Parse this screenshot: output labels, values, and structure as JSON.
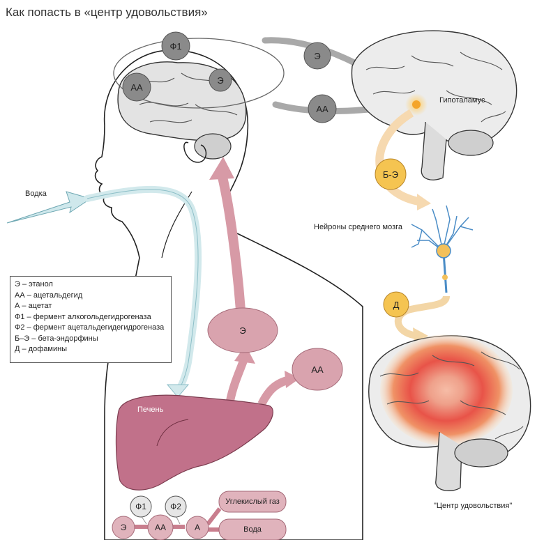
{
  "title": "Как попасть в «центр удовольствия»",
  "labels": {
    "vodka": "Водка",
    "hypothalamus": "Гипоталамус",
    "neurons": "Нейроны среднего мозга",
    "liver": "Печень",
    "pleasure_center": "\"Центр удовольствия\""
  },
  "nodes": {
    "f1_top": "Ф1",
    "aa_brain": "АА",
    "e_brain": "Э",
    "e_arrow": "Э",
    "aa_arrow": "АА",
    "be": "Б-Э",
    "d": "Д",
    "e_body": "Э",
    "aa_body": "АА"
  },
  "legend": [
    "Э – этанол",
    "АА – ацетальдегид",
    "А – ацетат",
    "Ф1 – фермент алкогольдегидрогеназа",
    "Ф2 – фермент ацетальдегидегидрогеназа",
    "Б–Э – бета-эндорфины",
    "Д – дофамины"
  ],
  "chain": {
    "f1": "Ф1",
    "f2": "Ф2",
    "e": "Э",
    "aa": "АА",
    "a": "А",
    "co2": "Углекислый газ",
    "water": "Вода"
  },
  "colors": {
    "gray_node": "#8a8a8a",
    "pink": "#c97e8e",
    "pink_light": "#e0b3bc",
    "liver": "#c16f85",
    "yellow": "#f5c451",
    "light_blue": "#d6ebee"
  }
}
